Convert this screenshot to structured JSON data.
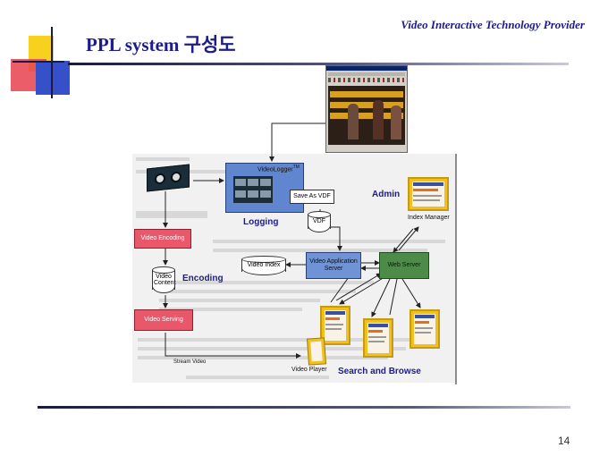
{
  "header": {
    "company": "Video Interactive Technology Provider",
    "title": "PPL system 구성도"
  },
  "page_number": "14",
  "diagram": {
    "videologger": "VideoLogger",
    "videologger_tm": "TM",
    "save_as_vdf": "Save As VDF",
    "vdf": "VDF",
    "logging": "Logging",
    "admin": "Admin",
    "index_manager": "Index Manager",
    "video_encoding": "Video Encoding",
    "video_content": "Video Content",
    "encoding": "Encoding",
    "video_index": "Video Index",
    "video_application_server": "Video Application Server",
    "web_server": "Web Server",
    "video_serving": "Video Serving",
    "stream_video": "Stream Video",
    "video_player": "Video Player",
    "search_and_browse": "Search and Browse"
  },
  "colors": {
    "title": "#1c1c8c",
    "pink_box": "#e8576a",
    "blue_box": "#6f93d4",
    "green_box": "#4c8b48",
    "thumb_yellow": "#f0c020"
  },
  "icons": [
    "vcr-icon",
    "videologger-screen-icon",
    "database-icon",
    "web-page-thumbnail-icon",
    "video-player-icon",
    "app-screenshot"
  ]
}
